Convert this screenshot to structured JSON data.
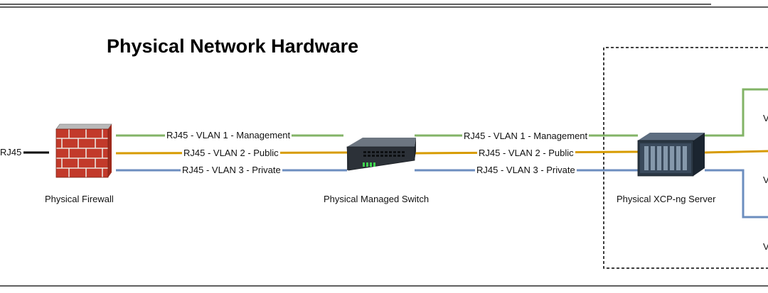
{
  "title": "Physical Network Hardware",
  "left_stub_label": "RJ45",
  "devices": {
    "firewall": "Physical Firewall",
    "switch": "Physical Managed Switch",
    "server": "Physical XCP-ng Server"
  },
  "links_firewall_switch": [
    "RJ45 - VLAN 1 - Management",
    "RJ45 - VLAN 2 - Public",
    "RJ45 - VLAN 3 - Private"
  ],
  "links_switch_server": [
    "RJ45 - VLAN 1 - Management",
    "RJ45 - VLAN 2 - Public",
    "RJ45 - VLAN 3 - Private"
  ],
  "colors": {
    "vlan1": "#82b366",
    "vlan2": "#d79b00",
    "vlan3": "#6c8ebf"
  }
}
